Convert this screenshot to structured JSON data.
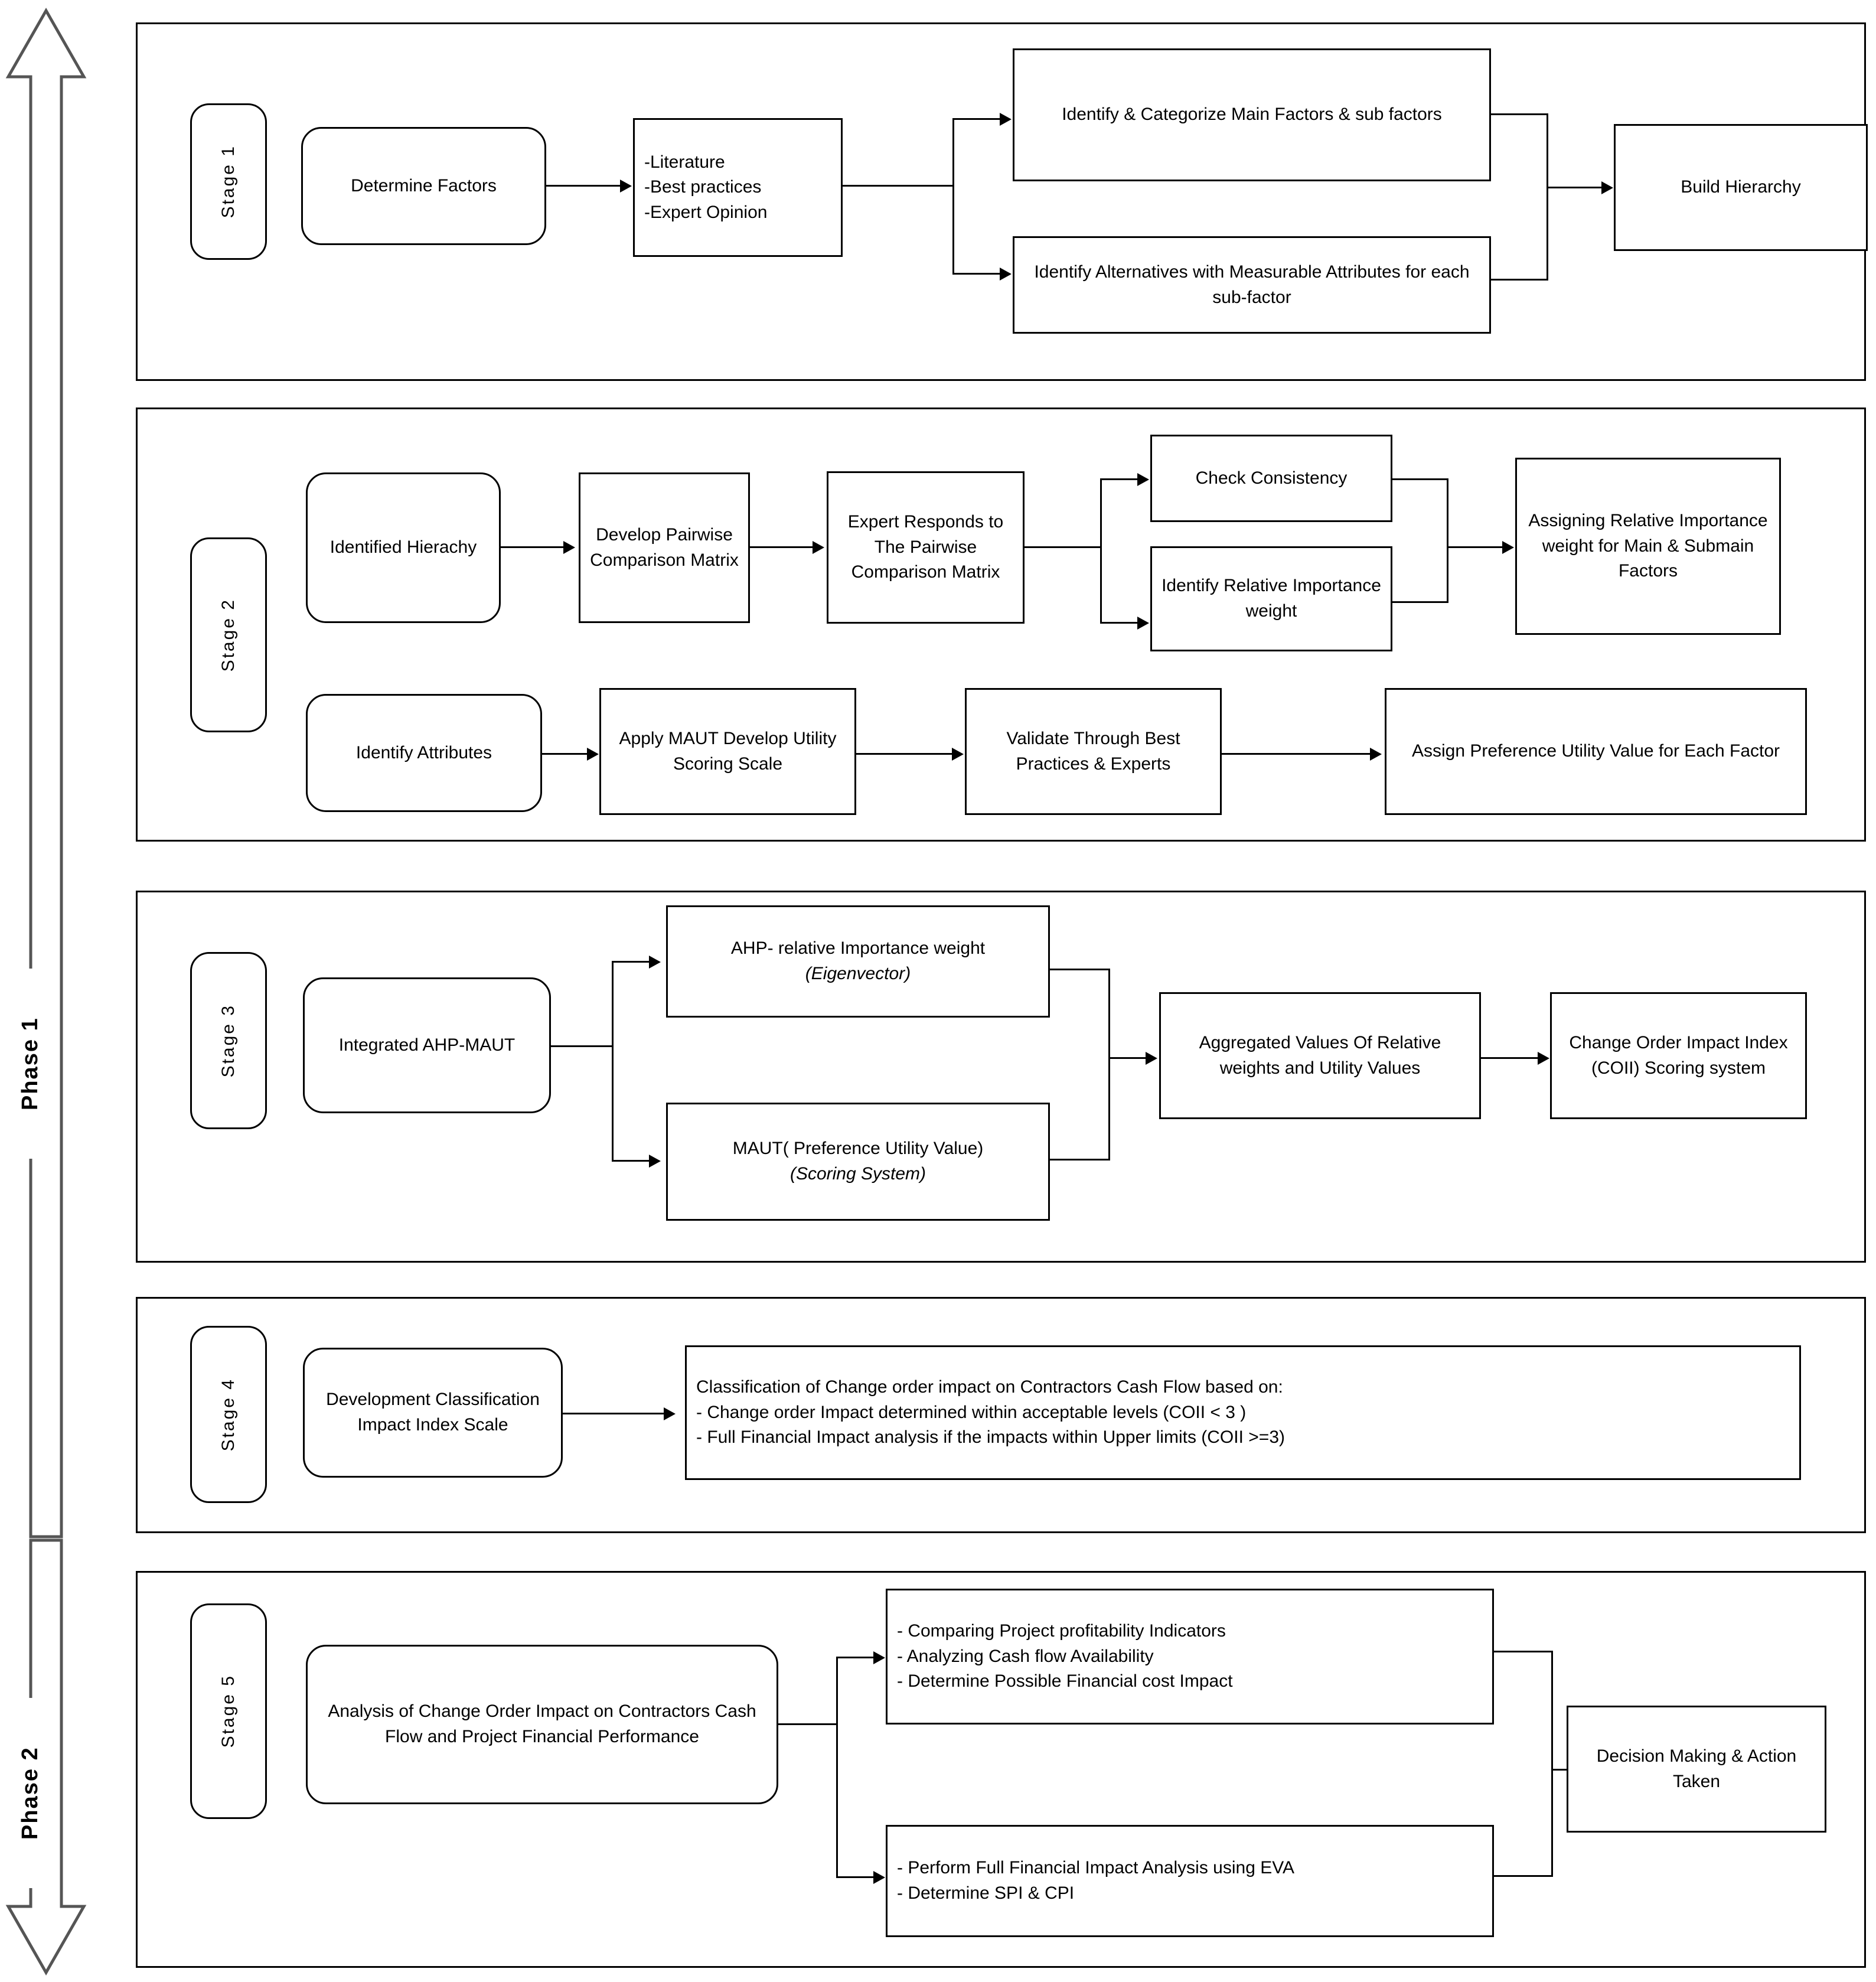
{
  "phases": [
    {
      "label": "Phase 1"
    },
    {
      "label": "Phase 2"
    }
  ],
  "stages": [
    {
      "label": "Stage 1",
      "nodes": {
        "determine_factors": "Determine Factors",
        "sources": "-Literature\n-Best practices\n-Expert Opinion",
        "identify_categorize": "Identify & Categorize Main Factors & sub factors",
        "identify_alternatives": "Identify Alternatives with Measurable Attributes for each sub-factor",
        "build_hierarchy": "Build Hierarchy"
      }
    },
    {
      "label": "Stage 2",
      "nodes": {
        "identified_hierachy": "Identified Hierachy",
        "develop_pairwise": "Develop Pairwise Comparison Matrix",
        "expert_responds": "Expert Responds to The Pairwise Comparison  Matrix",
        "check_consistency": "Check  Consistency",
        "identify_relative": "Identify Relative Importance weight",
        "assigning_relative": "Assigning Relative Importance weight for Main & Submain Factors",
        "identify_attributes": "Identify Attributes",
        "apply_maut": "Apply MAUT Develop Utility Scoring Scale",
        "validate": "Validate Through Best Practices & Experts",
        "assign_preference": "Assign Preference Utility Value for Each Factor"
      }
    },
    {
      "label": "Stage 3",
      "nodes": {
        "integrated": "Integrated AHP-MAUT",
        "ahp_weight_main": "AHP- relative Importance weight",
        "ahp_weight_sub": "(Eigenvector)",
        "maut_main": "MAUT( Preference Utility Value)",
        "maut_sub": "(Scoring System)",
        "aggregated": "Aggregated Values Of Relative weights and Utility Values",
        "coii": "Change Order Impact Index (COII) Scoring system"
      }
    },
    {
      "label": "Stage 4",
      "nodes": {
        "development_classification": "Development Classification Impact Index Scale",
        "classification_line1": "Classification of Change order impact on Contractors Cash Flow based on:",
        "classification_line2": "- Change order Impact determined within acceptable levels (COII < 3 )",
        "classification_line3": "- Full Financial Impact analysis if the impacts within Upper limits (COII >=3)"
      }
    },
    {
      "label": "Stage 5",
      "nodes": {
        "analysis": "Analysis of Change Order Impact  on Contractors Cash Flow and Project Financial Performance",
        "upper_line1": "-   Comparing Project profitability Indicators",
        "upper_line2": "-   Analyzing Cash flow Availability",
        "upper_line3": "-   Determine Possible  Financial cost Impact",
        "lower_line1": "- Perform Full Financial Impact Analysis using EVA",
        "lower_line2": "- Determine SPI & CPI",
        "decision": "Decision  Making & Action Taken"
      }
    }
  ],
  "colors": {
    "stroke": "#000000",
    "background": "#ffffff"
  }
}
